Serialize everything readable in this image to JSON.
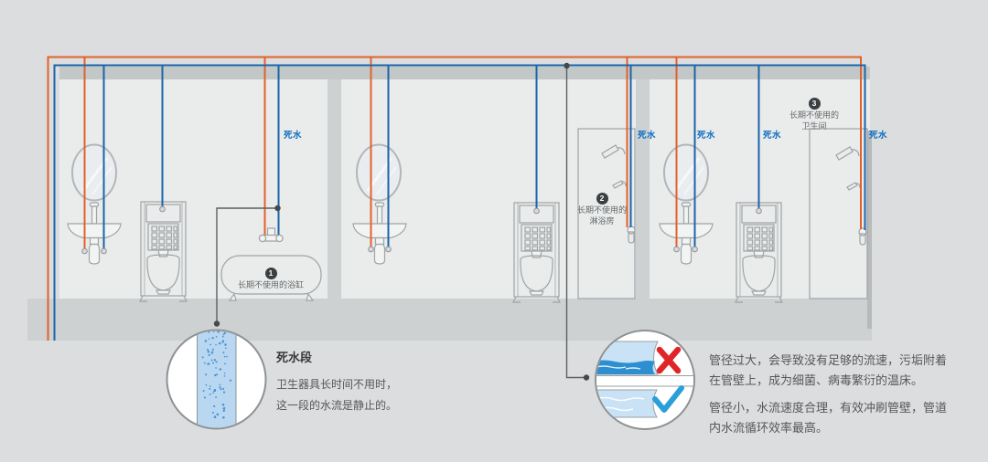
{
  "colors": {
    "hot_pipe": "#e2612b",
    "cold_pipe": "#1c64a8",
    "label_blue": "#0a6dc0",
    "leader_gray": "#5b6063",
    "bad_red": "#e02528",
    "good_blue": "#2b9fd8",
    "water_dark": "#2e8fd0",
    "water_light": "#c9e2f5",
    "stagnant_band": "#b9d7f0",
    "speckle": "#4a93d4"
  },
  "labels": {
    "dead_water": "死水"
  },
  "callouts": [
    {
      "num": "1",
      "lines": [
        "长期不使用的浴缸"
      ]
    },
    {
      "num": "2",
      "lines": [
        "长期不使用的",
        "淋浴房"
      ]
    },
    {
      "num": "3",
      "lines": [
        "长期不使用的",
        "卫生间"
      ]
    }
  ],
  "dead_water_detail": {
    "title": "死水段",
    "body_lines": [
      "卫生器具长时间不用时，",
      "这一段的水流是静止的。"
    ]
  },
  "pipe_comparison": {
    "bad_lines": [
      "管径过大，会导致没有足够的流速，污垢附着",
      "在管壁上，成为细菌、病毒繁衍的温床。"
    ],
    "good_lines": [
      "管径小，水流速度合理，有效冲刷管壁，管道",
      "内水流循环效率最高。"
    ]
  }
}
